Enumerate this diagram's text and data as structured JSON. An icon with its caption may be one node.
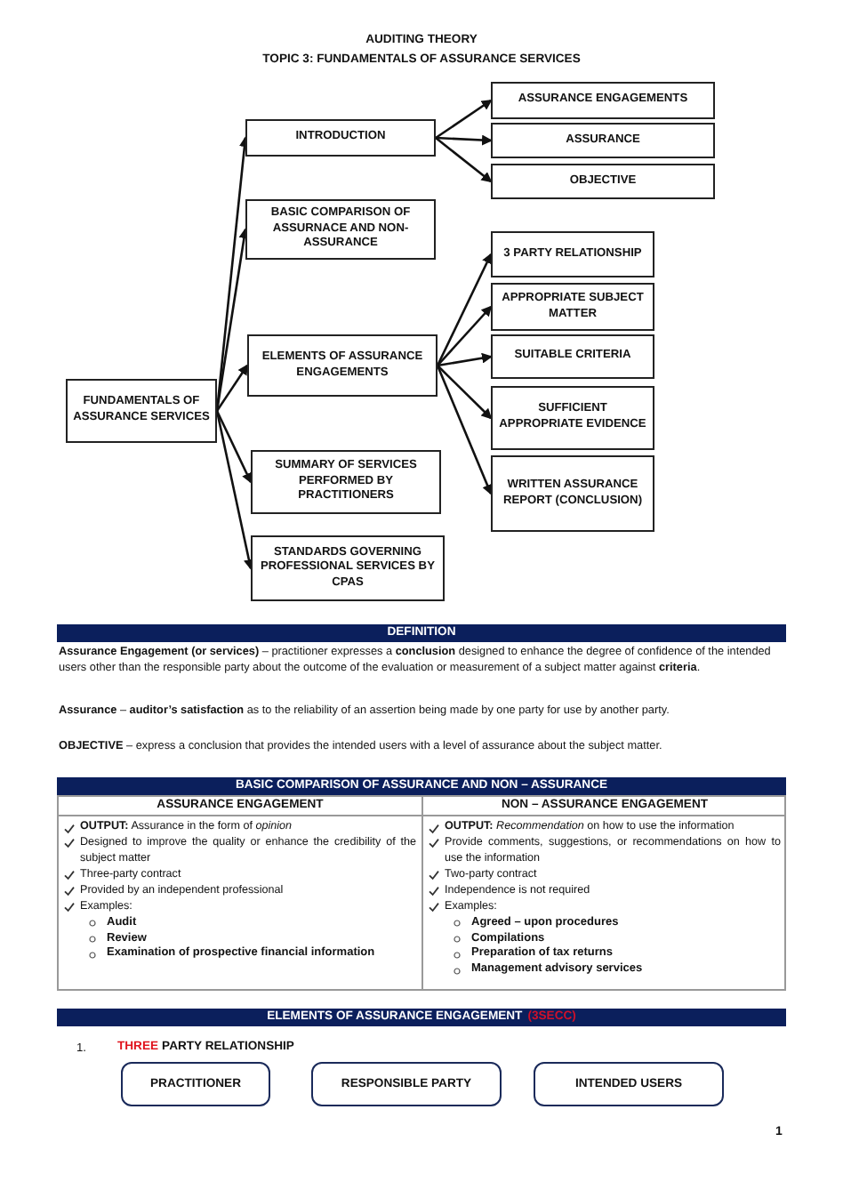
{
  "diagram": {
    "title": "AUDITING THEORY",
    "nodes": [
      {
        "text": [
          "FUNDAMENTALS OF ASSURANCE SERVICES"
        ]
      },
      {
        "text": [
          "INTRODUCTION"
        ]
      },
      {
        "text": [
          "ASSURANCE ENGAGEMENTS"
        ]
      },
      {
        "text": [
          "ASSURANCE"
        ]
      },
      {
        "text": [
          "OBJECTIVE"
        ]
      },
      {
        "text": [
          "BASIC COMPARISON OF ASSURNACE AND NON-ASSURANCE"
        ]
      },
      {
        "text": [
          "ELEMENTS OF ASSURANCE ENGAGEMENTS"
        ]
      },
      {
        "text": [
          "3 PARTY RELATIONSHIP"
        ]
      },
      {
        "text": [
          "APPROPRIATE SUBJECT MATTER"
        ]
      },
      {
        "text": [
          "SUITABLE CRITERIA"
        ]
      },
      {
        "text": [
          "SUFFICIENT APPROPRIATE EVIDENCE"
        ]
      },
      {
        "text": [
          "WRITTEN ASSURANCE REPORT (CONCLUSION)"
        ]
      },
      {
        "text": [
          "SUMMARY OF SERVICES PERFORMED BY PRACTITIONERS"
        ]
      },
      {
        "text": [
          "STANDARDS GOVERNING PROFESSIONAL SERVICES BY CPAS"
        ]
      },
      {
        "text": [
          "PRACTITIONER"
        ]
      },
      {
        "text": [
          "RESPONSIBLE PARTY"
        ]
      },
      {
        "text": [
          "INTENDED USERS"
        ]
      }
    ],
    "edges": [
      {
        "from": 0,
        "to": 1,
        "arrow": "to"
      },
      {
        "from": 1,
        "to": 2,
        "arrow": "to"
      },
      {
        "from": 1,
        "to": 3,
        "arrow": "to"
      },
      {
        "from": 1,
        "to": 4,
        "arrow": "to"
      },
      {
        "from": 0,
        "to": 5,
        "arrow": "to"
      },
      {
        "from": 0,
        "to": 6,
        "arrow": "to"
      },
      {
        "from": 6,
        "to": 7,
        "arrow": "to"
      },
      {
        "from": 6,
        "to": 8,
        "arrow": "to"
      },
      {
        "from": 6,
        "to": 9,
        "arrow": "to"
      },
      {
        "from": 6,
        "to": 10,
        "arrow": "to"
      },
      {
        "from": 6,
        "to": 11,
        "arrow": "to"
      },
      {
        "from": 0,
        "to": 12,
        "arrow": "to"
      },
      {
        "from": 0,
        "to": 13,
        "arrow": "to"
      }
    ],
    "labels": [
      "TOPIC 3: FUNDAMENTALS OF ASSURANCE SERVICES",
      "DEFINITION",
      "**Assurance Engagement (or services)** – practitioner expresses a **conclusion** designed to enhance the degree of confidence of the intended users other than the responsible party about the outcome of the evaluation or measurement of a subject matter against **criteria**.",
      "**Assurance** – **auditor’s satisfaction** as to the reliability of an assertion being made by one party for use by another party.",
      "**OBJECTIVE** – express a conclusion that provides the intended users with a level of assurance about the subject matter.",
      "BASIC COMPARISON OF ASSURANCE AND NON – ASSURANCE",
      "ASSURANCE ENGAGEMENT",
      "NON – ASSURANCE ENGAGEMENT",
      "**OUTPUT:** Assurance in the form of *opinion*",
      "Designed to improve the quality or enhance the credibility of the subject matter",
      "Three-party contract",
      "Provided by an independent professional",
      "Examples:",
      "Audit",
      "Review",
      "Examination of prospective financial information",
      "**OUTPUT:** *Recommendation* on how to use the information",
      "Provide comments, suggestions, or recommendations on how to use the information",
      "Two-party contract",
      "Independence is not required",
      "Examples:",
      "Agreed – upon procedures",
      "Compilations",
      "Preparation of tax returns",
      "Management advisory services",
      "ELEMENTS OF ASSURANCE ENGAGEMENT",
      "(3SECC)",
      "1.",
      "THREE",
      "PARTY RELATIONSHIP",
      "1"
    ]
  }
}
